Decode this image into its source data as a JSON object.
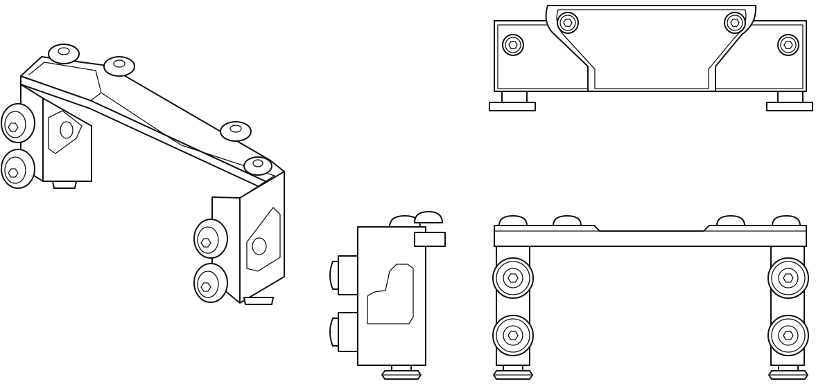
{
  "drawing": {
    "background": "#ffffff",
    "line_color": "#111111",
    "views": [
      {
        "id": "isometric-view"
      },
      {
        "id": "top-view"
      },
      {
        "id": "side-view"
      },
      {
        "id": "front-view"
      }
    ]
  }
}
